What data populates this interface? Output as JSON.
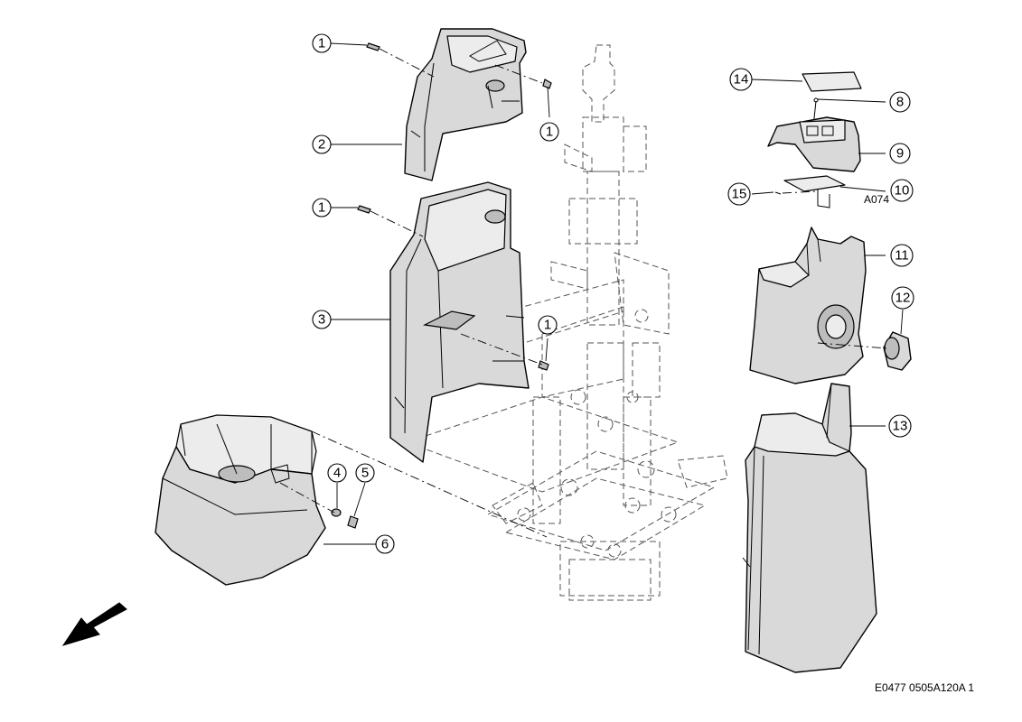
{
  "callouts": {
    "c1a": "1",
    "c1b": "1",
    "c1c": "1",
    "c1d": "1",
    "c2": "2",
    "c3": "3",
    "c4": "4",
    "c5": "5",
    "c6": "6",
    "c8": "8",
    "c9": "9",
    "c10": "10",
    "c11": "11",
    "c12": "12",
    "c13": "13",
    "c14": "14",
    "c15": "15"
  },
  "detail_code": "A074",
  "figure_code": "E0477 0505A120A 1",
  "direction_arrow": "front-direction-arrow-icon"
}
